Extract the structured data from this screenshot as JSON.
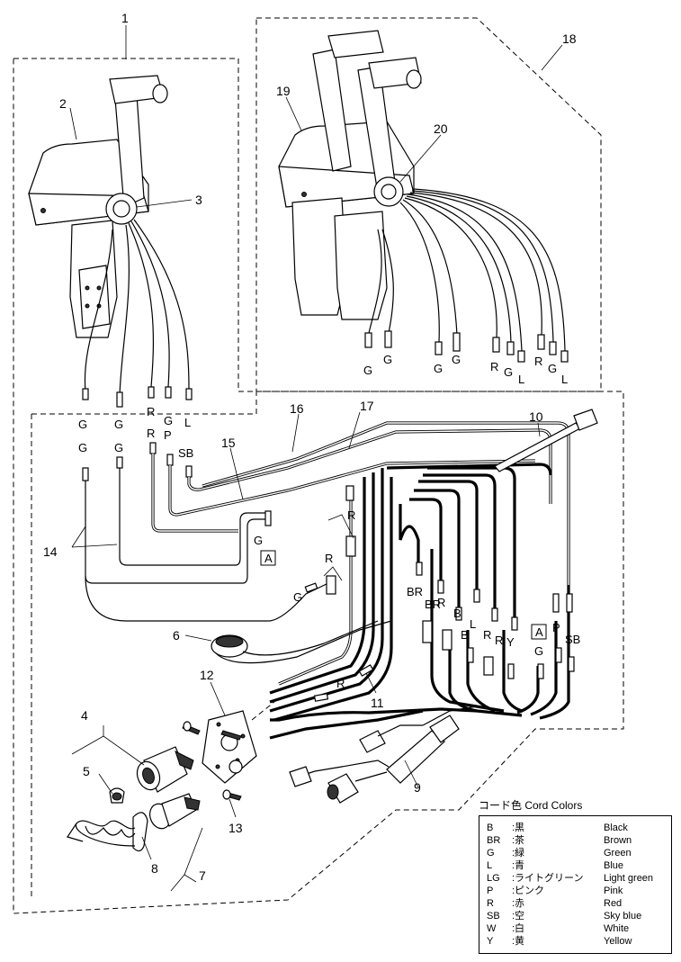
{
  "callouts": [
    "1",
    "2",
    "3",
    "4",
    "5",
    "6",
    "7",
    "8",
    "9",
    "10",
    "11",
    "12",
    "13",
    "14",
    "15",
    "16",
    "17",
    "18",
    "19",
    "20"
  ],
  "top_wire_labels": [
    "G",
    "G",
    "G",
    "G",
    "R",
    "G",
    "L",
    "R",
    "G",
    "L"
  ],
  "single_wire_labels": [
    "G",
    "G",
    "R",
    "G",
    "P",
    "L"
  ],
  "mid_wire_labels": [
    "G",
    "G",
    "R",
    "SB"
  ],
  "harness_labels": {
    "r1": "R",
    "r2": "R",
    "g_lower": "G",
    "r_lower": "R",
    "br1": "BR",
    "br2": "BR",
    "r_mid": "R",
    "b1": "B",
    "l1": "L",
    "b2": "B",
    "r3": "R",
    "r4": "R",
    "y1": "Y",
    "p": "P",
    "g_right": "G",
    "sb": "SB"
  },
  "box_a_label": "A",
  "connector_g": "G",
  "legend": {
    "title": "コード色 Cord Colors",
    "rows": [
      {
        "code": "B",
        "jp": ":黒",
        "en": "Black"
      },
      {
        "code": "BR",
        "jp": ":茶",
        "en": "Brown"
      },
      {
        "code": "G",
        "jp": ":緑",
        "en": "Green"
      },
      {
        "code": "L",
        "jp": ":青",
        "en": "Blue"
      },
      {
        "code": "LG",
        "jp": ":ライトグリーン",
        "en": "Light green"
      },
      {
        "code": "P",
        "jp": ":ピンク",
        "en": "Pink"
      },
      {
        "code": "R",
        "jp": ":赤",
        "en": "Red"
      },
      {
        "code": "SB",
        "jp": ":空",
        "en": "Sky blue"
      },
      {
        "code": "W",
        "jp": ":白",
        "en": "White"
      },
      {
        "code": "Y",
        "jp": ":黄",
        "en": "Yellow"
      }
    ]
  }
}
